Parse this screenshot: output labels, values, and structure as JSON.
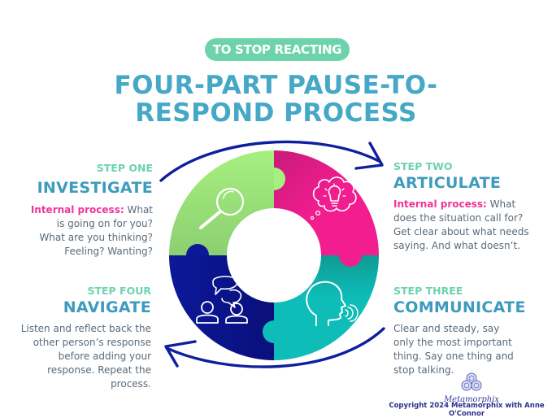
{
  "header": {
    "badge": "TO STOP REACTING",
    "title_line1": "FOUR-PART PAUSE-TO-",
    "title_line2": "RESPOND PROCESS"
  },
  "colors": {
    "badge": "#6dd3ad",
    "title": "#45a8c6",
    "step_label": "#6dd3ad",
    "highlight": "#f0359a",
    "segment_investigate": "#a6f07f",
    "segment_articulate": "#f21d8f",
    "segment_communicate": "#0ebdb8",
    "segment_navigate": "#0b189a",
    "arrows": "#0d1f9e"
  },
  "steps": [
    {
      "label": "STEP ONE",
      "name": "INVESTIGATE",
      "highlight": "Internal process:",
      "body_lines": [
        "What",
        "is going on for you?",
        "What are you thinking?",
        "Feeling? Wanting?"
      ],
      "icon": "magnifying-glass-icon"
    },
    {
      "label": "STEP TWO",
      "name": "ARTICULATE",
      "highlight": "Internal process:",
      "body_lines": [
        "What",
        "does the situation call for?",
        "Get clear about what needs",
        "saying. And what doesn’t."
      ],
      "icon": "lightbulb-thought-icon"
    },
    {
      "label": "STEP THREE",
      "name": "COMMUNICATE",
      "body_lines": [
        "Clear and steady, say",
        "only the most important",
        "thing. Say one thing and",
        "stop talking."
      ],
      "icon": "speaking-head-icon"
    },
    {
      "label": "STEP FOUR",
      "name": "NAVIGATE",
      "body_lines": [
        "Listen and reflect back the",
        "other person’s response",
        "before adding your",
        "response. Repeat the",
        "process."
      ],
      "icon": "conversation-people-icon"
    }
  ],
  "footer": {
    "logo_text": "Metamorphix",
    "copyright": "Copyright 2024 Metamorphix with Anne O'Connor"
  }
}
